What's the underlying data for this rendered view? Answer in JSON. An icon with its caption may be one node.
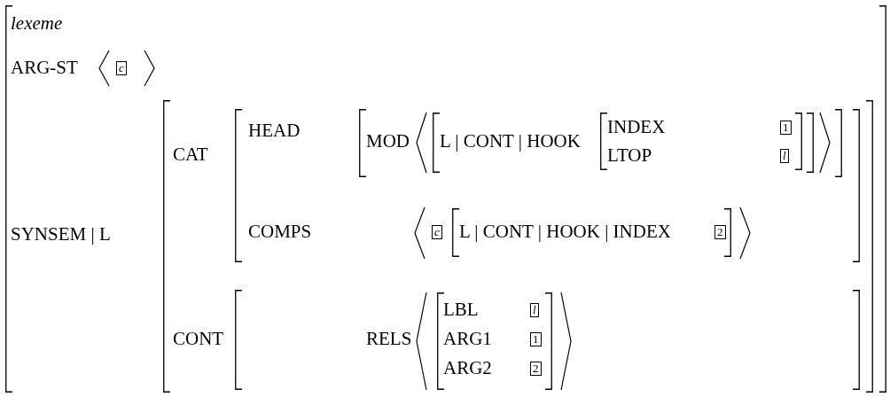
{
  "diagram": {
    "nodes": [
      {
        "text": [
          "lexeme",
          "ARG-ST",
          "c",
          "SYNSEM | L"
        ]
      },
      {
        "text": [
          "CAT",
          "CONT"
        ],
        "in": 0
      },
      {
        "text": [
          "HEAD",
          "COMPS",
          "c"
        ],
        "in": 1
      },
      {
        "text": [
          "MOD"
        ],
        "in": 2
      },
      {
        "text": [
          "L | CONT | HOOK"
        ],
        "in": 3
      },
      {
        "text": [
          "INDEX",
          "1",
          "LTOP",
          "l"
        ],
        "in": 4
      },
      {
        "text": [
          "L | CONT | HOOK | INDEX",
          "2"
        ],
        "in": 2
      },
      {
        "text": [
          "RELS"
        ],
        "in": 1
      },
      {
        "text": [
          "LBL",
          "l",
          "ARG1",
          "1",
          "ARG2",
          "2"
        ],
        "in": 7
      }
    ]
  }
}
